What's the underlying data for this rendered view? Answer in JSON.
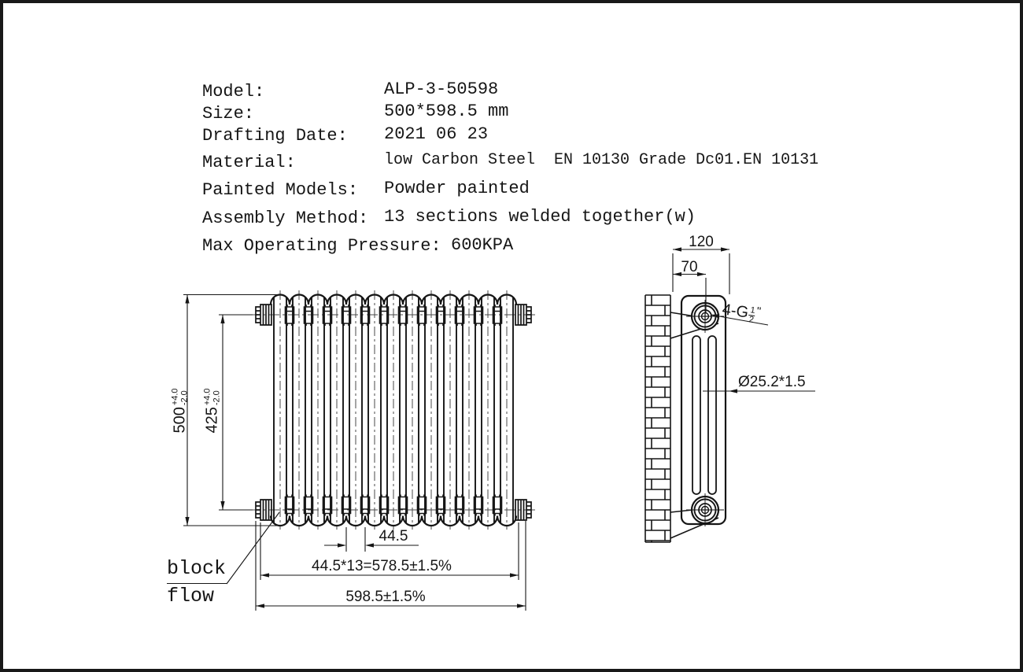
{
  "spec_table": {
    "rows": [
      {
        "label": "Model:",
        "value": "ALP-3-50598"
      },
      {
        "label": "Size:",
        "value": "500*598.5 mm"
      },
      {
        "label": "Drafting Date:",
        "value": "2021 06 23"
      },
      {
        "label": "Material:",
        "value": "low Carbon Steel  EN 10130 Grade Dc01.EN 10131"
      },
      {
        "label": "Painted Models:",
        "value": "Powder painted"
      },
      {
        "label": "Assembly Method:",
        "value": "13 sections welded together(w)"
      },
      {
        "label": "Max Operating Pressure:",
        "value": "600KPA"
      }
    ]
  },
  "front_view": {
    "sections_count": 13,
    "dims": {
      "height_overall": {
        "value": "500",
        "tol_plus": "+4.0",
        "tol_minus": "-2.0"
      },
      "height_centers": {
        "value": "425",
        "tol_plus": "+4.0",
        "tol_minus": "-2.0"
      },
      "section_width": "44.5",
      "sections_total": "44.5*13=578.5±1.5%",
      "width_overall": "598.5±1.5%"
    },
    "labels": {
      "block_flow_line1": "block",
      "block_flow_line2": "flow"
    }
  },
  "side_view": {
    "dims": {
      "depth": "120",
      "pipe_center": "70",
      "tube": "Ø25.2*1.5"
    },
    "thread": {
      "prefix": "4-G",
      "numerator": "1",
      "denominator": "2",
      "suffix": "\""
    }
  }
}
